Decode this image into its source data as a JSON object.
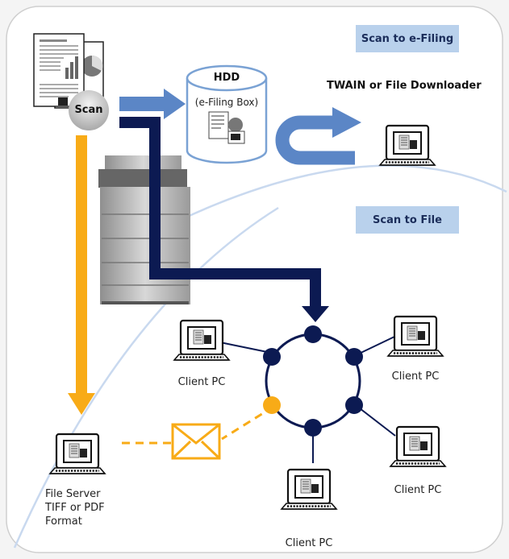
{
  "badges": {
    "efiling": "Scan to e-Filing",
    "file": "Scan to File"
  },
  "labels": {
    "scan": "Scan",
    "hdd": "HDD",
    "efiling_box": "(e-Filing Box)",
    "twain": "TWAIN or File Downloader",
    "client_pc": "Client PC",
    "file_server_lines": [
      "File Server",
      "TIFF or PDF",
      "Format"
    ]
  },
  "colors": {
    "navy": "#0c1a52",
    "blue_arrow": "#5b86c6",
    "orange": "#f8ab17",
    "badge_bg": "#b9d1ec",
    "frame_border": "#cfcfcf",
    "arc": "#c9d9ef"
  },
  "icons": [
    "document-icon",
    "copier-icon",
    "hdd-icon",
    "computer-icon",
    "envelope-icon",
    "network-node-icon"
  ]
}
